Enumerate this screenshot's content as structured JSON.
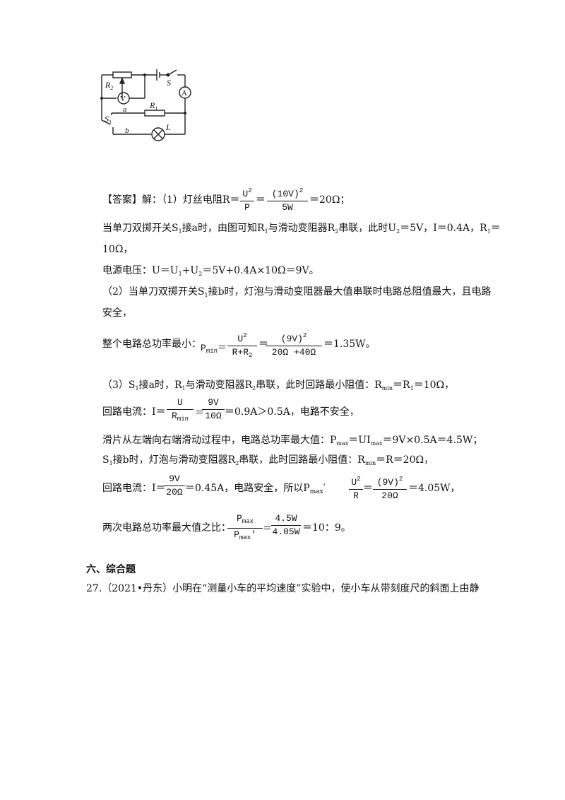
{
  "circuit": {
    "r2": "R",
    "r2_sub": "2",
    "s": "S",
    "ammeter": "A",
    "voltmeter": "V",
    "r1": "R",
    "r1_sub": "1",
    "a": "a",
    "s1": "S",
    "s1_sub": "1",
    "b": "b",
    "l": "L"
  },
  "answer": {
    "intro": "【答案】解：（1）灯丝电阻R＝",
    "f1_num": "U",
    "f1_den": "P",
    "f2_num": "(10V)",
    "f2_den": "5W",
    "exp": "2",
    "eq": "＝",
    "end1": "＝20Ω；",
    "p1a": "当单刀双掷开关S",
    "p1a_sub": "1",
    "p1b": "接a时，由图可知R",
    "p1b_sub": "1",
    "p1c": "与滑动变阻器R",
    "p1c_sub": "2",
    "p1d": "串联，此时U",
    "p1d_sub": "2",
    "p1e": "＝5V，I＝0.4A，R",
    "p1e_sub": "1",
    "p1f": "＝",
    "p1_line2": "10Ω，",
    "p2a": "电源电压：U＝U",
    "p2a_sub": "1",
    "p2b": "+U",
    "p2b_sub": "2",
    "p2c": "＝5V+0.4A×10Ω＝9V。",
    "p3a": "（2）当单刀双掷开关S",
    "p3a_sub": "1",
    "p3b": "接b时，灯泡与滑动变阻器最大值串联时电路总阻值最大，且电路",
    "p3_line2": "安全，",
    "p4_label": "整个电路总功率最小：",
    "pmin": "P",
    "pmin_sub": "min",
    "p4_f1_num": "U",
    "p4_f1_den": "R+R",
    "p4_f1_den_sub": "2",
    "p4_f2_num": "(9V)",
    "p4_f2_den": "20Ω +40Ω",
    "p4_end": "＝1.35W。",
    "p5a": "（3）S",
    "p5a_sub": "1",
    "p5b": "接a时，R",
    "p5b_sub": "1",
    "p5c": "与滑动变阻器R",
    "p5c_sub": "2",
    "p5d": "串联，此时回路最小阻值：R",
    "p5d_sub": "min",
    "p5e": "＝R",
    "p5e_sub": "1",
    "p5f": "＝10Ω，",
    "p6_label": "回路电流：I＝",
    "p6_f1_num": "U",
    "p6_f1_den": "R",
    "p6_f1_den_sub": "min",
    "p6_f2_num": "9V",
    "p6_f2_den": "10Ω",
    "p6_end": "＝0.9A＞0.5A，电路不安全，",
    "p7a": "滑片从左端向右端滑动过程中，电路总功率最大值：P",
    "p7a_sub": "max",
    "p7b": "＝UI",
    "p7b_sub": "max",
    "p7c": "＝9V×0.5A＝4.5W；",
    "p8a": "S",
    "p8a_sub": "1",
    "p8b": "接b时，灯泡与滑动变阻器R",
    "p8b_sub": "2",
    "p8c": "串联，此时回路最小阻值：R",
    "p8c_sub": "min",
    "p8d": "＝R＝20Ω，",
    "p9_label": "回路电流：I＝",
    "p9_f1_num": "9V",
    "p9_f1_den": "20Ω",
    "p9_mid": "＝0.45A，电路安全，所以P",
    "p9_mid_sub": "max",
    "p9_prime": "′",
    "p9_f2_num": "U",
    "p9_f2_den": "R",
    "p9_f3_num": "(9V)",
    "p9_f3_den": "20Ω",
    "p9_end": "＝4.05W，",
    "p10_label": "两次电路总功率最大值之比：",
    "p10_f1_num": "P",
    "p10_f1_num_sub": "max",
    "p10_f1_den": "P",
    "p10_f1_den_sub": "max",
    "p10_f1_den_prime": "′",
    "p10_f2_num": "4.5W",
    "p10_f2_den": "4.05W",
    "p10_end": "＝10：9。"
  },
  "section": {
    "heading": "六、综合题",
    "q27": "27.（2021•丹东）小明在“测量小车的平均速度”实验中，使小车从带刻度尺的斜面上由静"
  }
}
